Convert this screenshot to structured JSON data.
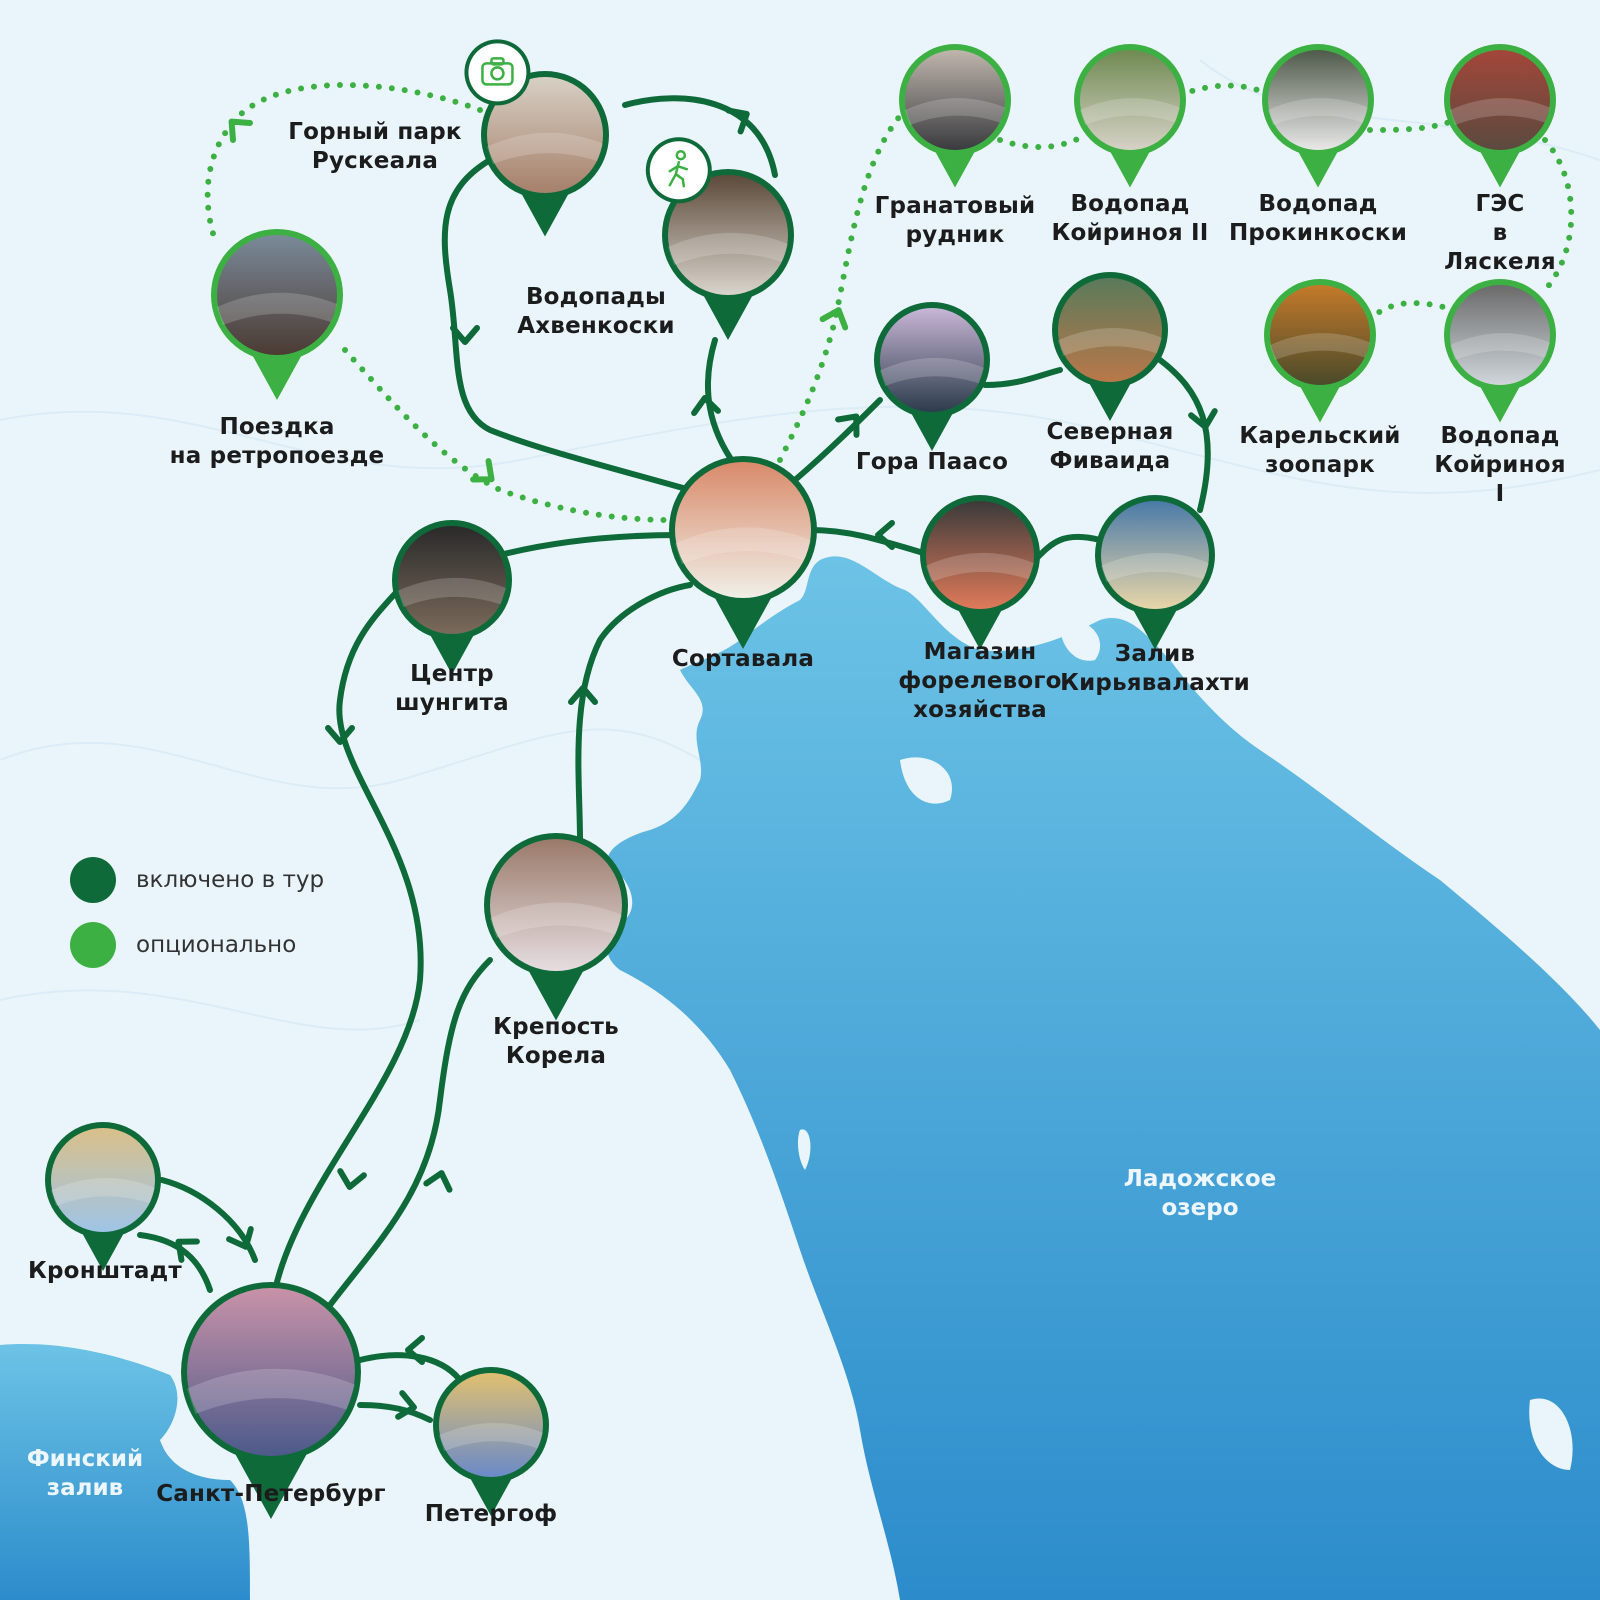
{
  "map": {
    "colors": {
      "included": "#0f6a3a",
      "optional": "#3cb043",
      "land": "#eaf5fb",
      "water_light": "#5bb8e0",
      "water_dark": "#2f8fca"
    },
    "water_labels": {
      "ladoga": "Ладожское\nозеро",
      "finnish_gulf": "Финский\nзалив"
    },
    "legend": [
      {
        "label": "включено в тур",
        "status": "included"
      },
      {
        "label": "опционально",
        "status": "optional"
      }
    ],
    "places": [
      {
        "label": "Горный парк\nРускеала",
        "status": "included",
        "badge": "camera-icon"
      },
      {
        "label": "Водопады\nАхвенкоски",
        "status": "included",
        "badge": "hiker-icon"
      },
      {
        "label": "Поездка\nна ретропоезде",
        "status": "optional"
      },
      {
        "label": "Гранатовый\nрудник",
        "status": "optional"
      },
      {
        "label": "Водопад\nКойриноя II",
        "status": "optional"
      },
      {
        "label": "Водопад\nПрокинкоски",
        "status": "optional"
      },
      {
        "label": "ГЭС\nв Ляскеля",
        "status": "optional"
      },
      {
        "label": "Гора Паасо",
        "status": "included"
      },
      {
        "label": "Северная\nФиваида",
        "status": "included"
      },
      {
        "label": "Карельский\nзоопарк",
        "status": "optional"
      },
      {
        "label": "Водопад\nКойриноя I",
        "status": "optional"
      },
      {
        "label": "Сортавала",
        "status": "included"
      },
      {
        "label": "Центр\nшунгита",
        "status": "included"
      },
      {
        "label": "Магазин\nфорелевого\nхозяйства",
        "status": "included"
      },
      {
        "label": "Залив\nКирьявалахти",
        "status": "included"
      },
      {
        "label": "Крепость\nКорела",
        "status": "included"
      },
      {
        "label": "Кронштадт",
        "status": "included"
      },
      {
        "label": "Санкт-Петербург",
        "status": "included"
      },
      {
        "label": "Петергоф",
        "status": "included"
      }
    ]
  }
}
